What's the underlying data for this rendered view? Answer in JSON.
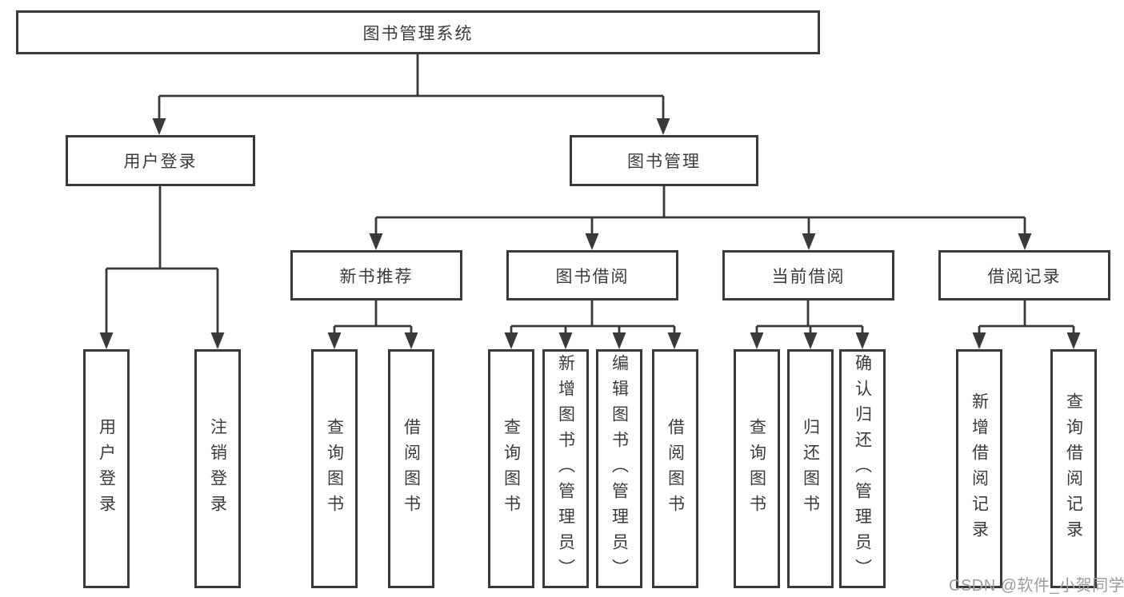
{
  "colors": {
    "line": "#3a3a3a",
    "box_border": "#3a3a3a",
    "text": "#3b3b3b",
    "background": "#ffffff",
    "watermark": "#9b9b9b"
  },
  "watermark": "CSDN @软件_小贺同学",
  "tree": {
    "root": {
      "label": "图书管理系统"
    },
    "branches": [
      {
        "label": "用户登录",
        "children": [
          {
            "label": "用户登录"
          },
          {
            "label": "注销登录"
          }
        ]
      },
      {
        "label": "图书管理",
        "children": [
          {
            "label": "新书推荐",
            "children": [
              {
                "label": "查询图书"
              },
              {
                "label": "借阅图书"
              }
            ]
          },
          {
            "label": "图书借阅",
            "children": [
              {
                "label": "查询图书"
              },
              {
                "label": "新增图书（管理员）"
              },
              {
                "label": "编辑图书（管理员）"
              },
              {
                "label": "借阅图书"
              }
            ]
          },
          {
            "label": "当前借阅",
            "children": [
              {
                "label": "查询图书"
              },
              {
                "label": "归还图书"
              },
              {
                "label": "确认归还（管理员）"
              }
            ]
          },
          {
            "label": "借阅记录",
            "children": [
              {
                "label": "新增借阅记录"
              },
              {
                "label": "查询借阅记录"
              }
            ]
          }
        ]
      }
    ]
  }
}
